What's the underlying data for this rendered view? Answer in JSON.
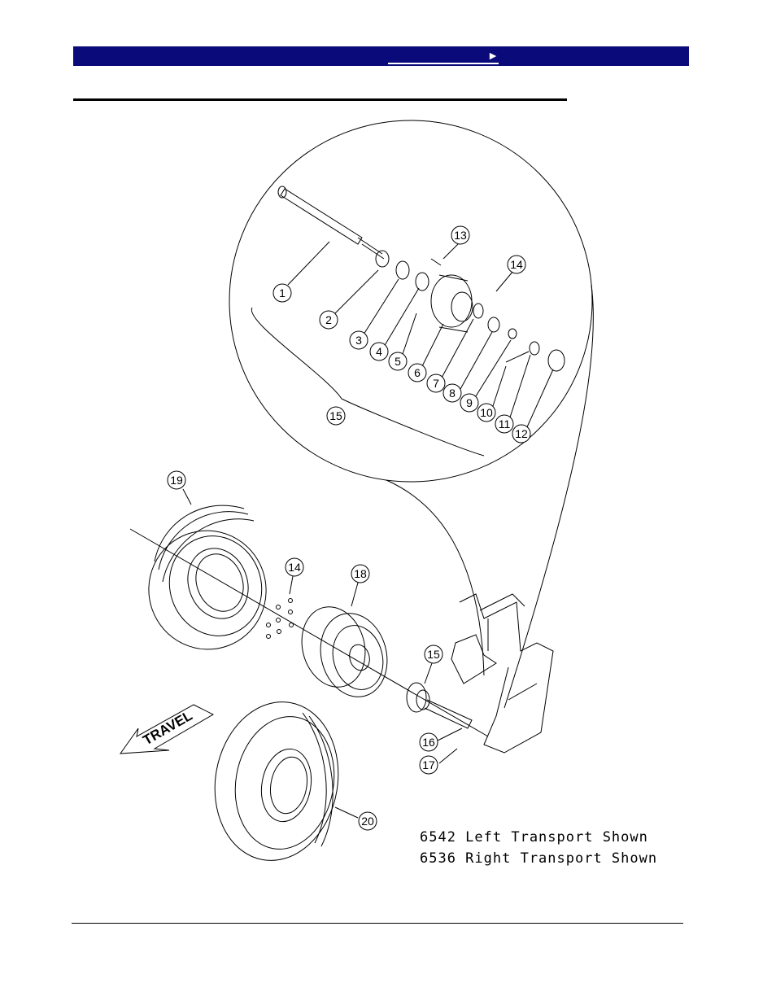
{
  "header": {
    "nav_label": "►",
    "bar_color": "#0a0a7a"
  },
  "callouts": [
    {
      "id": "1",
      "label": "1"
    },
    {
      "id": "2",
      "label": "2"
    },
    {
      "id": "3",
      "label": "3"
    },
    {
      "id": "4",
      "label": "4"
    },
    {
      "id": "5",
      "label": "5"
    },
    {
      "id": "6",
      "label": "6"
    },
    {
      "id": "7",
      "label": "7"
    },
    {
      "id": "8",
      "label": "8"
    },
    {
      "id": "9",
      "label": "9"
    },
    {
      "id": "10",
      "label": "10"
    },
    {
      "id": "11",
      "label": "11"
    },
    {
      "id": "12",
      "label": "12"
    },
    {
      "id": "13",
      "label": "13"
    },
    {
      "id": "14a",
      "label": "14"
    },
    {
      "id": "15a",
      "label": "15"
    },
    {
      "id": "19",
      "label": "19"
    },
    {
      "id": "14b",
      "label": "14"
    },
    {
      "id": "18",
      "label": "18"
    },
    {
      "id": "15b",
      "label": "15"
    },
    {
      "id": "16",
      "label": "16"
    },
    {
      "id": "17",
      "label": "17"
    },
    {
      "id": "20",
      "label": "20"
    }
  ],
  "travel_label": "TRAVEL",
  "notes": {
    "line1": "6542  Left  Transport  Shown",
    "line2": "6536  Right  Transport  Shown"
  }
}
